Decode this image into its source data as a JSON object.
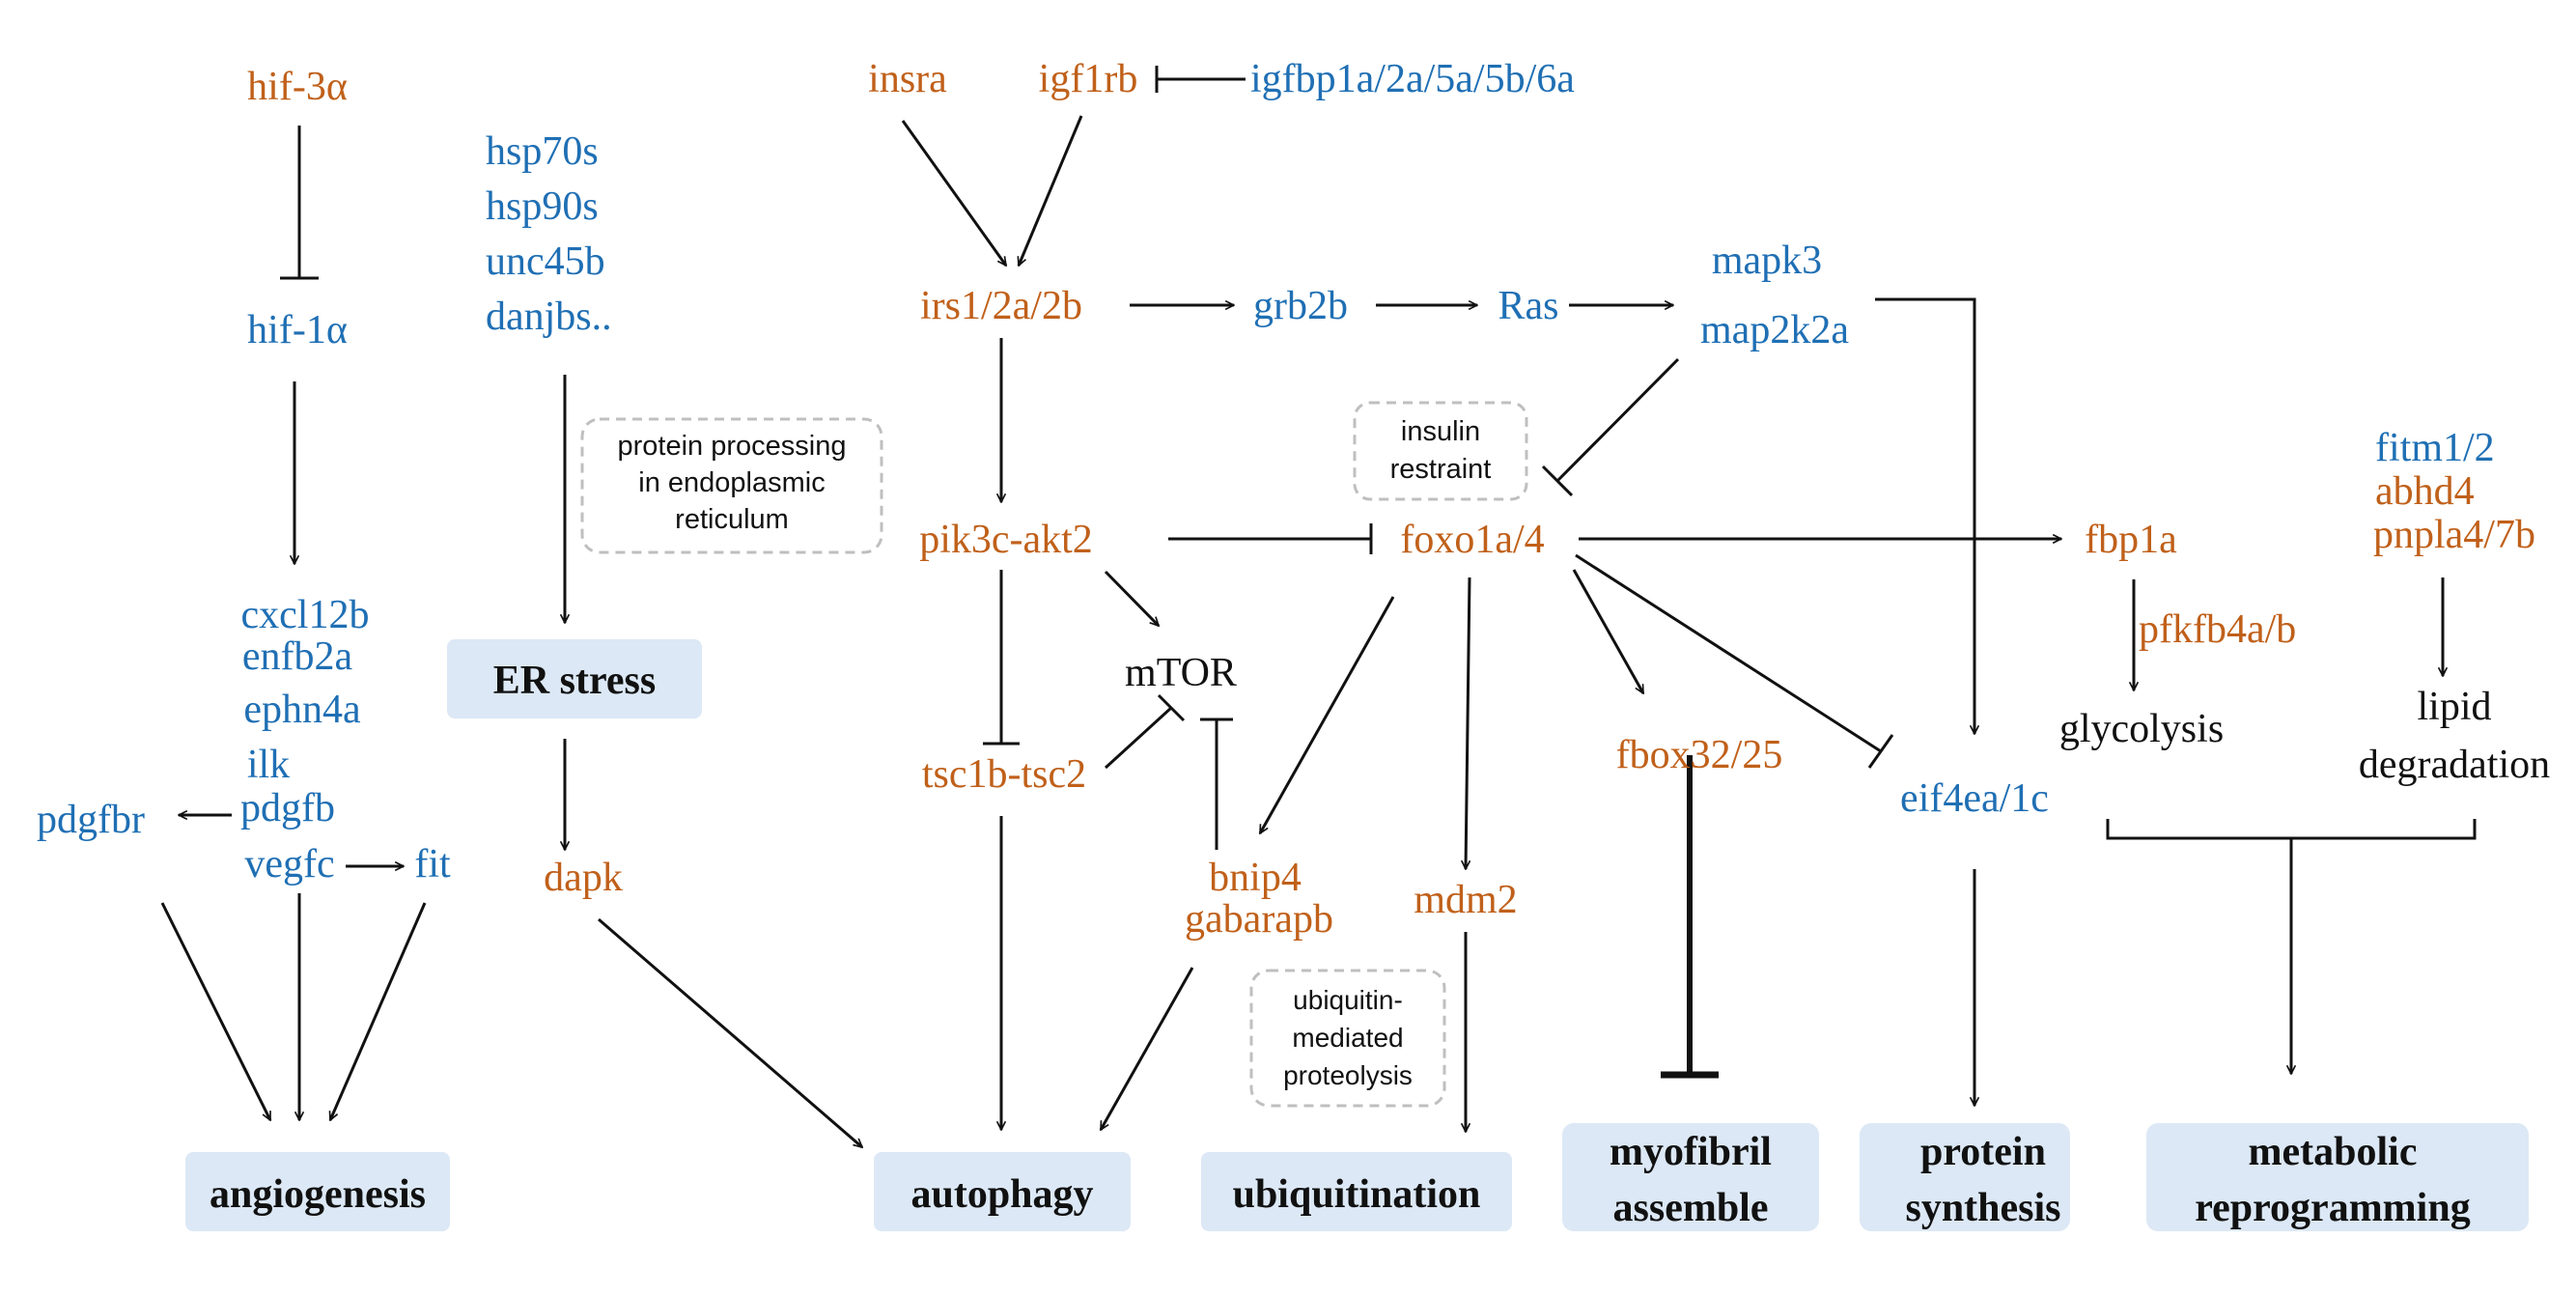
{
  "colors": {
    "orange": "#c0601a",
    "blue": "#1f6fb4",
    "black": "#111111",
    "box_fill": "#dce8f5",
    "note_border": "#bfbfbf"
  },
  "genes": {
    "hif3a": "hif-3α",
    "hif1a": "hif-1α",
    "hsp70s": "hsp70s",
    "hsp90s": "hsp90s",
    "unc45b": "unc45b",
    "danjbs": "danjbs..",
    "cxcl12b": "cxcl12b",
    "enfb2a": "enfb2a",
    "ephn4a": "ephn4a",
    "ilk": "ilk",
    "pdgfbr": "pdgfbr",
    "pdgfb": "pdgfb",
    "vegfc": "vegfc",
    "fit": "fit",
    "dapk": "dapk",
    "insra": "insra",
    "igf1rb": "igf1rb",
    "igfbp": "igfbp1a/2a/5a/5b/6a",
    "irs": "irs1/2a/2b",
    "grb2b": "grb2b",
    "ras": "Ras",
    "mapk3": "mapk3",
    "map2k2a": "map2k2a",
    "pik3c": "pik3c-akt2",
    "mtor": "mTOR",
    "tsc": "tsc1b-tsc2",
    "foxo": "foxo1a/4",
    "bnip4": "bnip4",
    "gabarapb": "gabarapb",
    "mdm2": "mdm2",
    "fbox": "fbox32/25",
    "eif4ea": "eif4ea/1c",
    "fbp1a": "fbp1a",
    "pfkfb": "pfkfb4a/b",
    "glycolysis": "glycolysis",
    "fitm": "fitm1/2",
    "abhd4": "abhd4",
    "pnpla": "pnpla4/7b",
    "lipid1": "lipid",
    "lipid2": "degradation"
  },
  "notes": {
    "er_processing": [
      "protein processing",
      "in endoplasmic",
      "reticulum"
    ],
    "insulin": [
      "insulin",
      "restraint"
    ],
    "ubiquitin": [
      "ubiquitin-",
      "mediated",
      "proteolysis"
    ]
  },
  "outcomes": {
    "er_stress": "ER stress",
    "angiogenesis": "angiogenesis",
    "autophagy": "autophagy",
    "ubiquitination": "ubiquitination",
    "myofibril": [
      "myofibril",
      "assemble"
    ],
    "protein_synthesis": [
      "protein",
      "synthesis"
    ],
    "metabolic": [
      "metabolic",
      "reprogramming"
    ]
  }
}
